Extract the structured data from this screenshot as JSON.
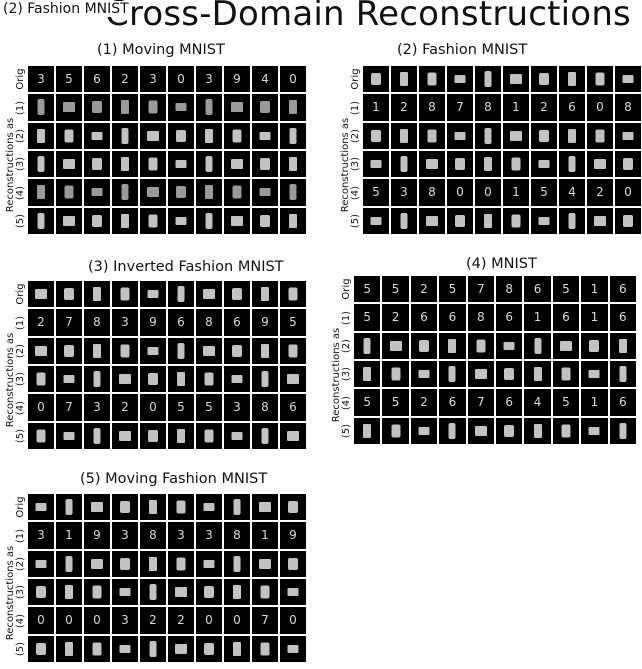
{
  "figure": {
    "title": "Cross-Domain Reconstructions",
    "overlay_label": "(2) Fashion MNIST",
    "row_labels": [
      "Orig",
      "(1)",
      "(2)",
      "(3)",
      "(4)",
      "(5)"
    ],
    "side_label": "Reconstructions as",
    "panels": [
      {
        "id": "p1",
        "title": "(1) Moving MNIST",
        "orig": [
          "3",
          "5",
          "6",
          "2",
          "3",
          "0",
          "3",
          "9",
          "4",
          "0"
        ],
        "rows": [
          [
            "d",
            "d",
            "d",
            "d",
            "d",
            "d",
            "d",
            "d",
            "d",
            "d"
          ],
          [
            "f",
            "f",
            "f",
            "f",
            "f",
            "f",
            "f",
            "f",
            "f",
            "f"
          ],
          [
            "f",
            "f",
            "f",
            "f",
            "f",
            "f",
            "f",
            "f",
            "f",
            "f"
          ],
          [
            "d",
            "d",
            "d",
            "d",
            "d",
            "d",
            "d",
            "d",
            "d",
            "d"
          ],
          [
            "f",
            "f",
            "f",
            "f",
            "f",
            "f",
            "f",
            "f",
            "f",
            "f"
          ]
        ]
      },
      {
        "id": "p2",
        "title": "(2) Fashion MNIST",
        "orig": [
          "f",
          "f",
          "f",
          "f",
          "f",
          "f",
          "f",
          "f",
          "f",
          "f"
        ],
        "rows": [
          [
            "1",
            "2",
            "8",
            "7",
            "8",
            "1",
            "2",
            "6",
            "0",
            "8"
          ],
          [
            "f",
            "f",
            "f",
            "f",
            "f",
            "f",
            "f",
            "f",
            "f",
            "f"
          ],
          [
            "f",
            "f",
            "f",
            "f",
            "f",
            "f",
            "f",
            "f",
            "f",
            "f"
          ],
          [
            "5",
            "3",
            "8",
            "0",
            "0",
            "1",
            "5",
            "4",
            "2",
            "0"
          ],
          [
            "f",
            "f",
            "f",
            "f",
            "f",
            "f",
            "f",
            "f",
            "f",
            "f"
          ]
        ]
      },
      {
        "id": "p3",
        "title": "(3) Inverted Fashion MNIST",
        "orig": [
          "f",
          "f",
          "f",
          "f",
          "f",
          "f",
          "f",
          "f",
          "f",
          "f"
        ],
        "rows": [
          [
            "2",
            "7",
            "8",
            "3",
            "9",
            "6",
            "8",
            "6",
            "9",
            "5"
          ],
          [
            "f",
            "f",
            "f",
            "f",
            "f",
            "f",
            "f",
            "f",
            "f",
            "f"
          ],
          [
            "f",
            "f",
            "f",
            "f",
            "f",
            "f",
            "f",
            "f",
            "f",
            "f"
          ],
          [
            "0",
            "7",
            "3",
            "2",
            "0",
            "5",
            "5",
            "3",
            "8",
            "6"
          ],
          [
            "f",
            "f",
            "f",
            "f",
            "f",
            "f",
            "f",
            "f",
            "f",
            "f"
          ]
        ]
      },
      {
        "id": "p4",
        "title": "(4) MNIST",
        "orig": [
          "5",
          "5",
          "2",
          "5",
          "7",
          "8",
          "6",
          "5",
          "1",
          "6"
        ],
        "rows": [
          [
            "5",
            "2",
            "6",
            "6",
            "8",
            "6",
            "1",
            "6",
            "1",
            "6"
          ],
          [
            "f",
            "f",
            "f",
            "f",
            "f",
            "f",
            "f",
            "f",
            "f",
            "f"
          ],
          [
            "f",
            "f",
            "f",
            "f",
            "f",
            "f",
            "f",
            "f",
            "f",
            "f"
          ],
          [
            "5",
            "5",
            "2",
            "6",
            "7",
            "6",
            "4",
            "5",
            "1",
            "6"
          ],
          [
            "f",
            "f",
            "f",
            "f",
            "f",
            "f",
            "f",
            "f",
            "f",
            "f"
          ]
        ]
      },
      {
        "id": "p5",
        "title": "(5) Moving Fashion MNIST",
        "orig": [
          "f",
          "f",
          "f",
          "f",
          "f",
          "f",
          "f",
          "f",
          "f",
          "f"
        ],
        "rows": [
          [
            "3",
            "1",
            "9",
            "3",
            "8",
            "3",
            "3",
            "8",
            "1",
            "9"
          ],
          [
            "f",
            "f",
            "f",
            "f",
            "f",
            "f",
            "f",
            "f",
            "f",
            "f"
          ],
          [
            "f",
            "f",
            "f",
            "f",
            "f",
            "f",
            "f",
            "f",
            "f",
            "f"
          ],
          [
            "0",
            "0",
            "0",
            "3",
            "2",
            "2",
            "0",
            "0",
            "7",
            "0"
          ],
          [
            "f",
            "f",
            "f",
            "f",
            "f",
            "f",
            "f",
            "f",
            "f",
            "f"
          ]
        ]
      }
    ]
  }
}
